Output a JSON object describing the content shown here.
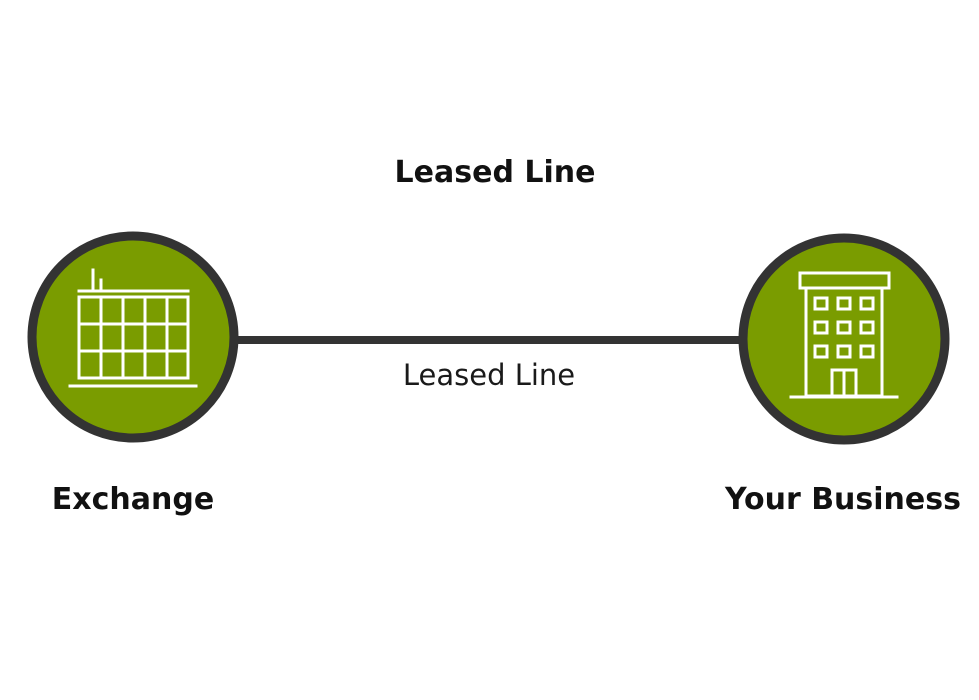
{
  "title": "Leased Line",
  "connection": {
    "label": "Leased Line"
  },
  "nodes": [
    {
      "label": "Exchange",
      "icon": "office-building-icon"
    },
    {
      "label": "Your Business",
      "icon": "tower-building-icon"
    }
  ],
  "colors": {
    "node_fill": "#7a9c00",
    "node_border": "#333333",
    "connector": "#333333",
    "icon_stroke": "#ffffff",
    "text": "#111111"
  }
}
